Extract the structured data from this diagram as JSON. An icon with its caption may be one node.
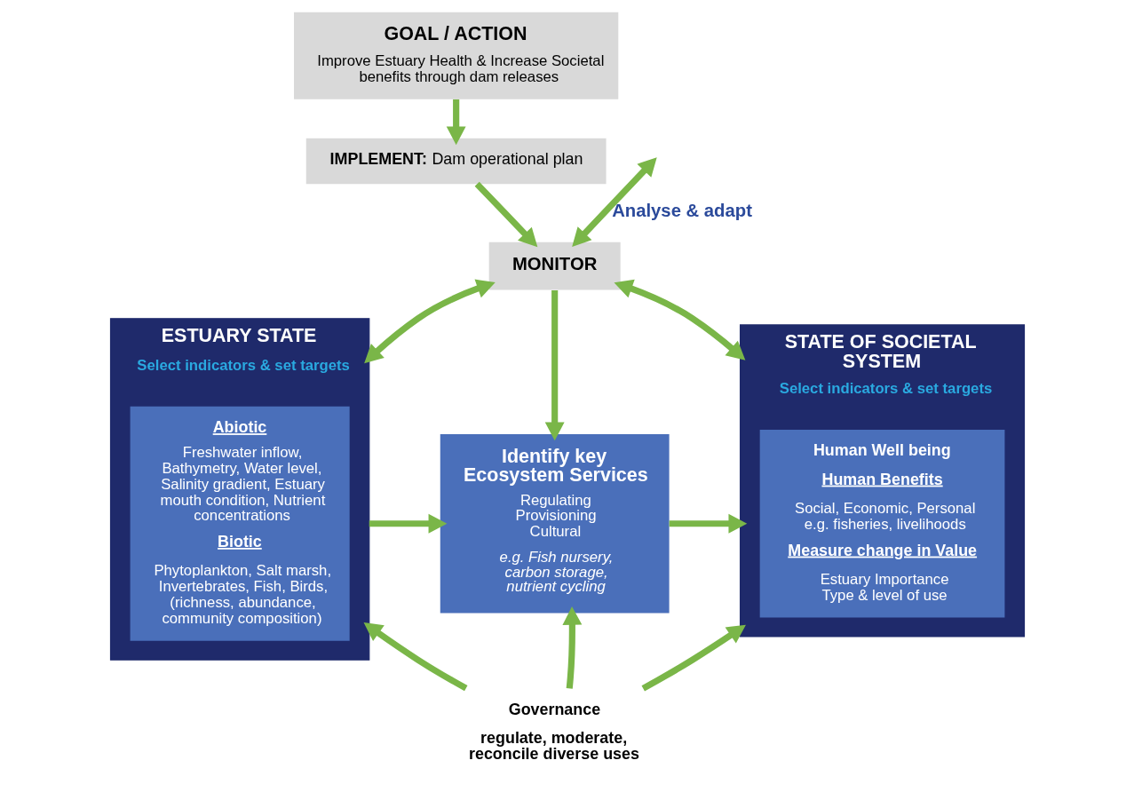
{
  "diagram": {
    "nodes": [
      {
        "text": [
          "GOAL / ACTION",
          "Improve Estuary Health & Increase Societal benefits through dam releases"
        ]
      },
      {
        "text": [
          "**IMPLEMENT:** Dam operational plan"
        ]
      },
      {
        "text": [
          "MONITOR"
        ]
      },
      {
        "text": [
          "ESTUARY STATE",
          "Select indicators & set targets"
        ]
      },
      {
        "text": [
          "Abiotic",
          "Freshwater inflow, Bathymetry, Water level, Salinity gradient, Estuary mouth condition, Nutrient concentrations",
          "Biotic",
          "Phytoplankton, Salt marsh, Invertebrates, Fish, Birds, (richness, abundance, community composition)"
        ],
        "in": 3
      },
      {
        "text": [
          "Identify key Ecosystem Services",
          "Regulating Provisioning Cultural",
          "e.g. Fish nursery, carbon storage, nutrient cycling"
        ]
      },
      {
        "text": [
          "STATE OF SOCIETAL SYSTEM",
          "Select indicators & set targets"
        ]
      },
      {
        "text": [
          "Human Well being",
          "Human Benefits",
          "Social, Economic, Personal e.g. fisheries, livelihoods",
          "Measure change in Value",
          "Estuary Importance Type & level of use"
        ],
        "in": 6
      },
      {
        "text": [
          "Governance",
          "regulate, moderate, reconcile diverse uses"
        ]
      }
    ],
    "edges": [
      {
        "from": 0,
        "to": 1,
        "arrow": "to"
      },
      {
        "from": 1,
        "to": 2,
        "arrow": "to"
      },
      {
        "from": 2,
        "to": 5,
        "arrow": "to"
      },
      {
        "from": 2,
        "to": 3,
        "arrow": "both"
      },
      {
        "from": 2,
        "to": 6,
        "arrow": "both"
      },
      {
        "from": 3,
        "to": 5,
        "arrow": "to"
      },
      {
        "from": 5,
        "to": 6,
        "arrow": "to"
      },
      {
        "from": 8,
        "to": 5,
        "arrow": "to"
      },
      {
        "from": 8,
        "to": 3,
        "arrow": "to"
      },
      {
        "from": 8,
        "to": 6,
        "arrow": "to"
      },
      {
        "from": null,
        "to": 2,
        "arrow": "both",
        "label": "Analyse & adapt"
      }
    ]
  }
}
